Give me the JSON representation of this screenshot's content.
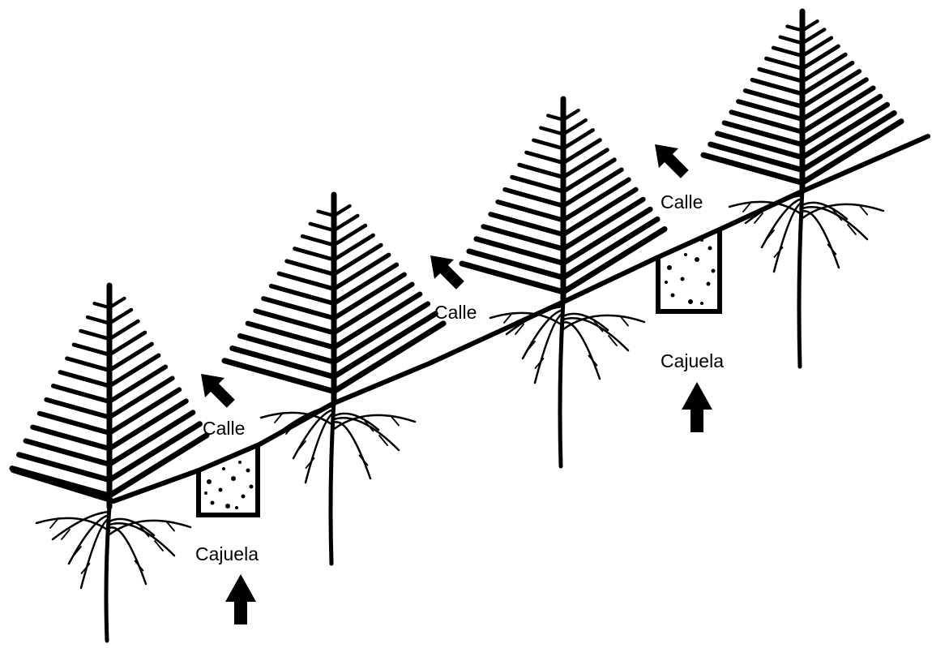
{
  "diagram": {
    "labels": {
      "calle_1": "Calle",
      "calle_2": "Calle",
      "calle_3": "Calle",
      "cajuela_1": "Cajuela",
      "cajuela_2": "Cajuela"
    },
    "colors": {
      "ink": "#000000",
      "background": "#ffffff"
    },
    "icons": [
      "tree-seedling-icon",
      "arrow-icon",
      "soil-pit-icon"
    ]
  }
}
